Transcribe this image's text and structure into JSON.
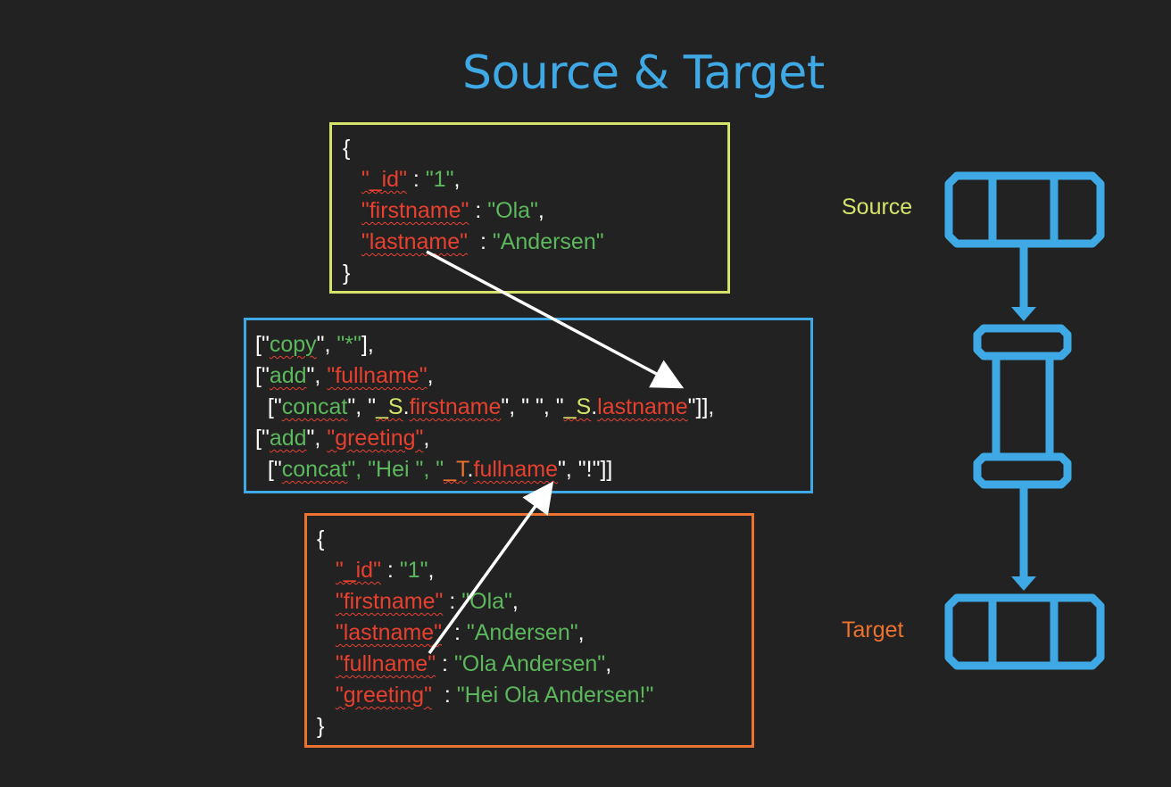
{
  "title": "Source & Target",
  "labels": {
    "source": "Source",
    "target": "Target"
  },
  "source_json": {
    "open": "{",
    "close": "}",
    "rows": [
      {
        "key": "\"_id\"",
        "sep": " : ",
        "value": "\"1\"",
        "tail": ","
      },
      {
        "key": "\"firstname\"",
        "sep": " : ",
        "value": "\"Ola\"",
        "tail": ","
      },
      {
        "key": "\"lastname\"",
        "sep": "  : ",
        "value": "\"Andersen\"",
        "tail": ""
      }
    ]
  },
  "operations": {
    "line1": {
      "a": "[\"",
      "b": "copy",
      "c": "\", ",
      "d": "\"*\"",
      "e": "],"
    },
    "line2": {
      "a": "[\"",
      "b": "add",
      "c": "\", ",
      "d": "\"fullname\"",
      "e": ","
    },
    "line3": {
      "a": "  [\"",
      "b": "concat",
      "c": "\", \"",
      "d": "_S",
      "e": ".",
      "f": "firstname",
      "g": "\", \" \", \"",
      "h": "_S",
      "i": ".",
      "j": "lastname",
      "k": "\"]],"
    },
    "line4": {
      "a": "[\"",
      "b": "add",
      "c": "\", ",
      "d": "\"greeting\"",
      "e": ","
    },
    "line5": {
      "a": "  [\"",
      "b": "concat",
      "c": "\", \"Hei \", \"",
      "d": "_T",
      "e": ".",
      "f": "fullname",
      "g": "\", \"!\"]]"
    }
  },
  "target_json": {
    "open": "{",
    "close": "}",
    "rows": [
      {
        "key": "\"_id\"",
        "sep": " : ",
        "value": "\"1\"",
        "tail": ","
      },
      {
        "key": "\"firstname\"",
        "sep": " : ",
        "value": "\"Ola\"",
        "tail": ","
      },
      {
        "key": "\"lastname\"",
        "sep": "  : ",
        "value": "\"Andersen\"",
        "tail": ","
      },
      {
        "key": "\"fullname\"",
        "sep": " : ",
        "value": "\"Ola Andersen\"",
        "tail": ","
      },
      {
        "key": "\"greeting\"",
        "sep": "  : ",
        "value": "\"Hei Ola Andersen!\"",
        "tail": ""
      }
    ]
  },
  "colors": {
    "background": "#222222",
    "title": "#3fa9e6",
    "source_accent": "#d6e36a",
    "ops_accent": "#3fa9e6",
    "target_accent": "#ec7230",
    "key": "#e8402f",
    "value": "#5cb85c",
    "arrow": "#ffffff"
  }
}
